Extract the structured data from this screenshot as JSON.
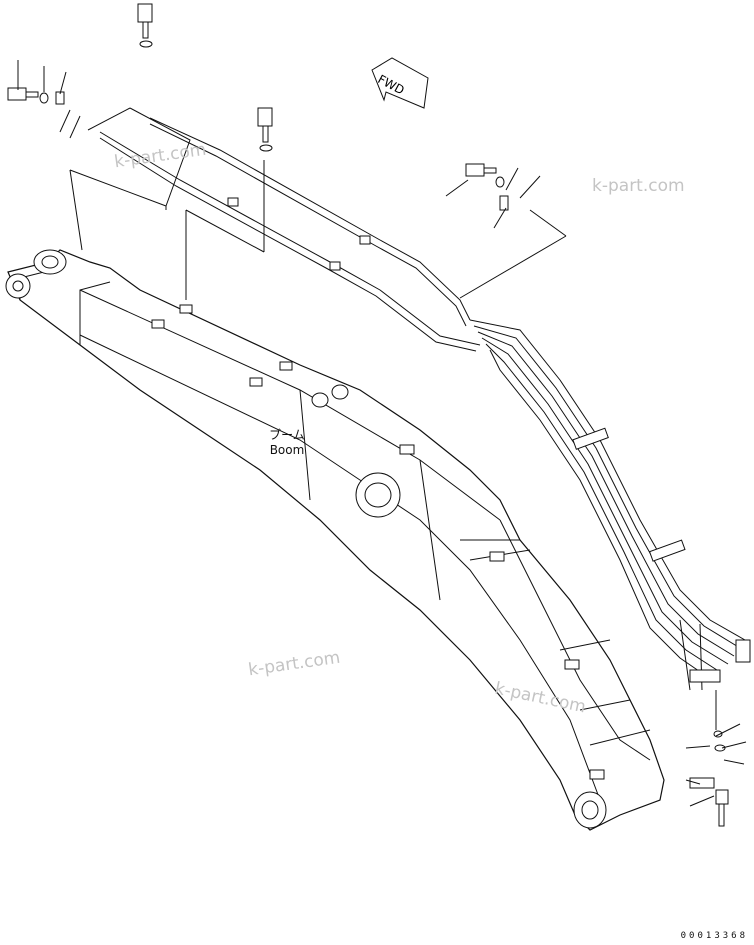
{
  "diagram": {
    "direction_label": "FWD",
    "part_label_jp": "ブーム",
    "part_label_en": "Boom",
    "document_number": "00013368",
    "watermarks": [
      "k-part.com",
      "k-part.com",
      "k-part.com",
      "k-part.com"
    ]
  }
}
